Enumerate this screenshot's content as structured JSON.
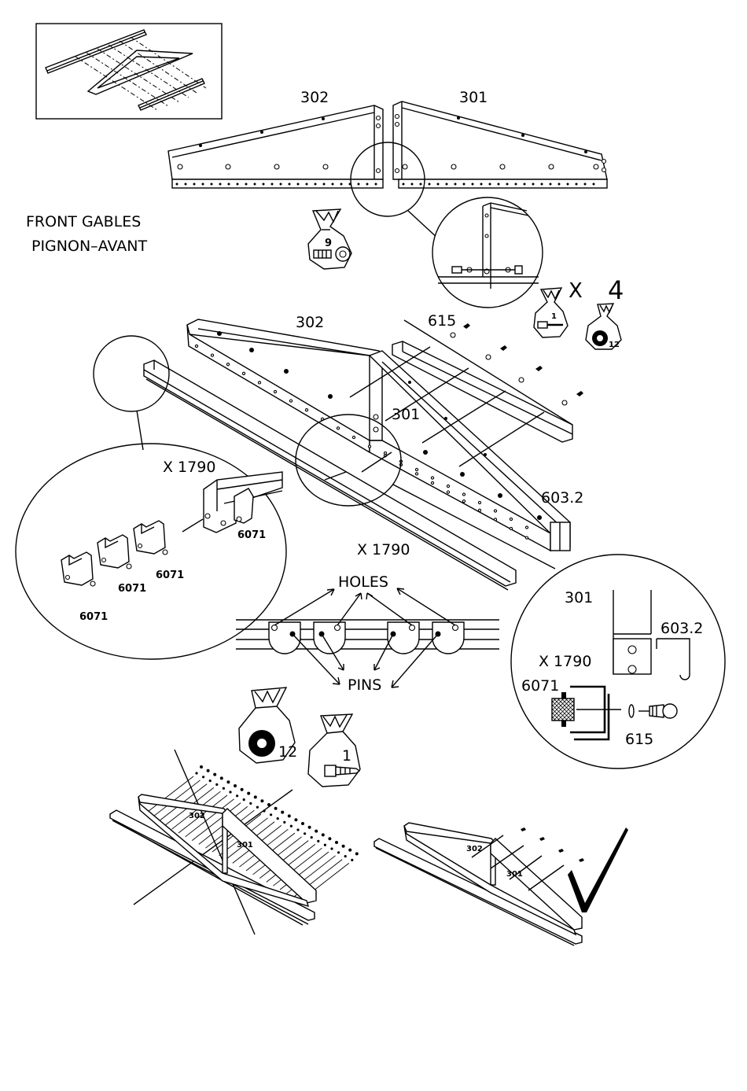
{
  "labels": {
    "top_left_part": "302",
    "top_right_part": "301",
    "title_en": "FRONT GABLES",
    "title_fr": "PIGNON–AVANT",
    "bag_top": "9",
    "bag_screw": "1",
    "bag_washer": "12",
    "multiplier": "X",
    "multiplier_count": "4",
    "mid_part_302": "302",
    "mid_part_301": "301",
    "mid_part_615": "615",
    "mid_part_603": "603.2",
    "mid_length": "X  1790",
    "zoom_length": "X  1790",
    "clip_a": "6071",
    "clip_b": "6071",
    "clip_c": "6071",
    "clip_d": "6071",
    "holes": "HOLES",
    "pins": "PINS",
    "detail_301": "301",
    "detail_603": "603.2",
    "detail_length": "X  1790",
    "detail_6071": "6071",
    "detail_615": "615",
    "bag_washer_2": "12",
    "bag_screw_2": "1",
    "bottom_302_a": "302",
    "bottom_301_a": "301",
    "bottom_302_b": "302",
    "bottom_301_b": "301"
  }
}
